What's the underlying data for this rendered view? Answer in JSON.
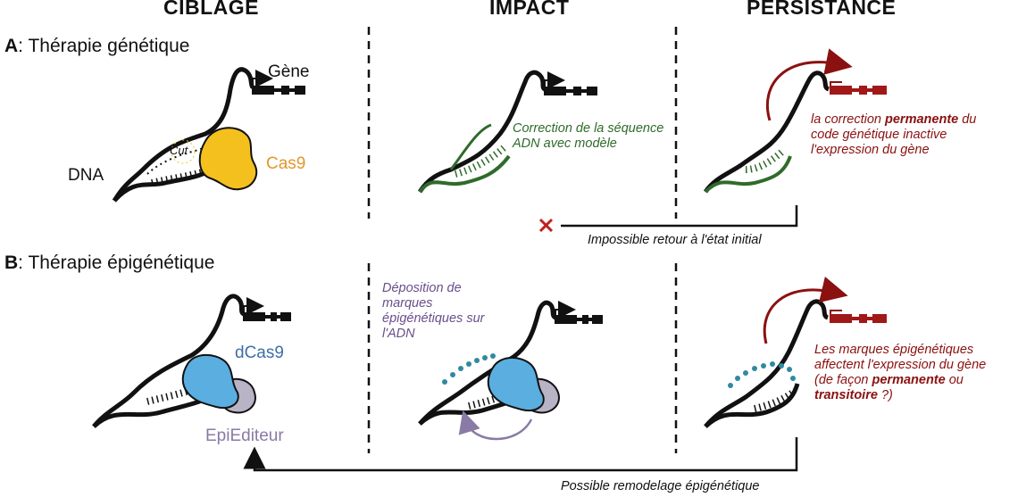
{
  "headers": {
    "col1": "CIBLAGE",
    "col2": "IMPACT",
    "col3": "PERSISTANCE"
  },
  "rowA": {
    "letter": "A",
    "title": ": Thérapie génétique",
    "gene_label": "Gène",
    "dna_label": "DNA",
    "cut_label": "Cut",
    "cas9_label": "Cas9",
    "impact_text": "Correction de la séquence ADN avec modèle",
    "persist_pre": "la correction ",
    "persist_bold": "permanente",
    "persist_post": " du code génétique inactive l'expression du gène",
    "return_text": "Impossible retour à l'état initial"
  },
  "rowB": {
    "letter": "B",
    "title": ": Thérapie épigénétique",
    "dcas9_label": "dCas9",
    "epi_label": "EpiEditeur",
    "impact_text": "Déposition de marques épigénétiques sur l'ADN",
    "persist_line1": "Les marques épigénétiques affectent l'expression du gène (de façon ",
    "persist_bold1": "permanente",
    "persist_mid": " ou ",
    "persist_bold2": "transitoire",
    "persist_post": " ?)",
    "return_text": "Possible remodelage épigénétique"
  },
  "colors": {
    "black": "#111111",
    "green": "#2f6b2a",
    "red": "#8b1010",
    "cas9": "#f4c01e",
    "dcas9": "#5aaee0",
    "epi": "#b9b3c6",
    "marks": "#2f8aa0",
    "purple_arrow": "#8a7aa6"
  }
}
